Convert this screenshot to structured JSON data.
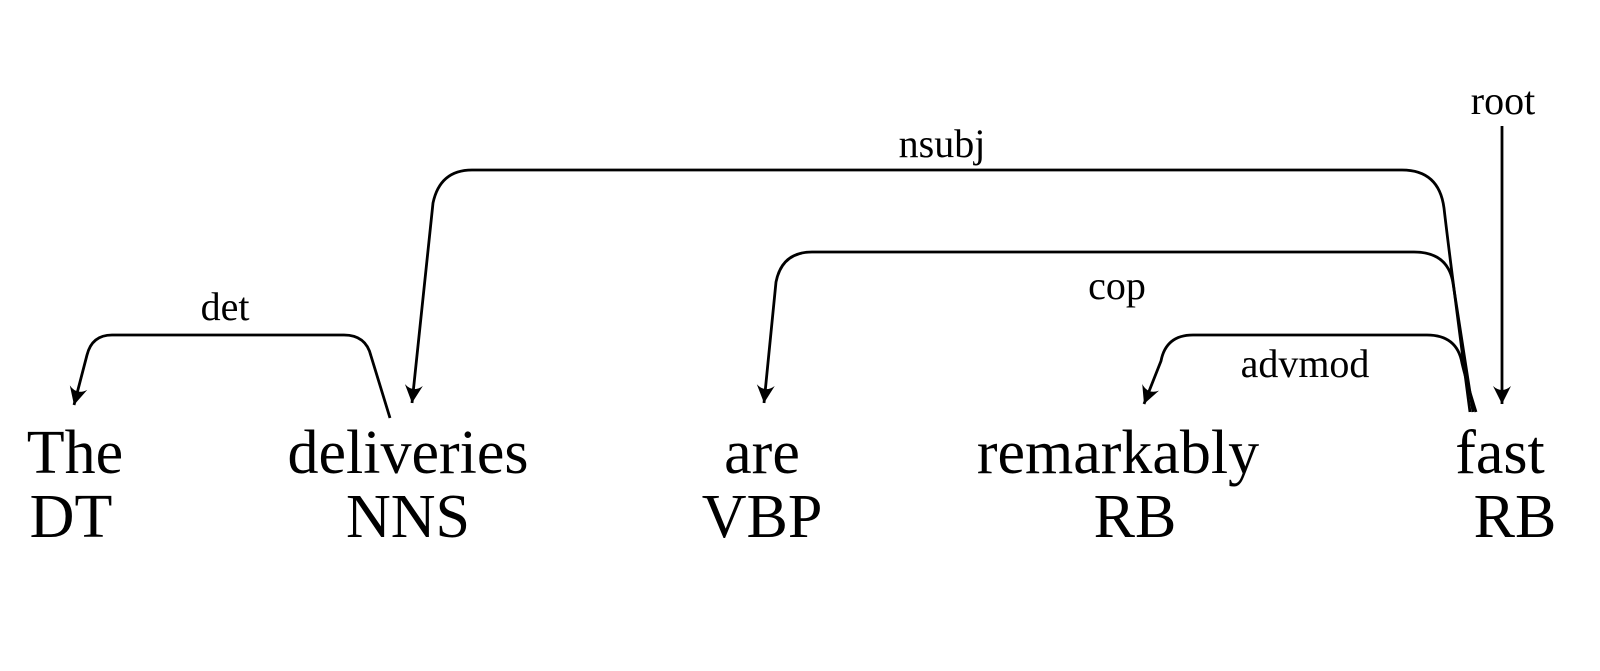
{
  "diagram": {
    "kind": "dependency-parse-tree",
    "sentence": "The deliveries are remarkably fast",
    "colors": {
      "ink": "#000000",
      "background": "#ffffff"
    },
    "tokens": [
      {
        "word": "The",
        "tag": "DT"
      },
      {
        "word": "deliveries",
        "tag": "NNS"
      },
      {
        "word": "are",
        "tag": "VBP"
      },
      {
        "word": "remarkably",
        "tag": "RB"
      },
      {
        "word": "fast",
        "tag": "RB"
      }
    ],
    "dependencies": [
      {
        "label": "det",
        "head": "deliveries",
        "dependent": "The"
      },
      {
        "label": "nsubj",
        "head": "fast",
        "dependent": "deliveries"
      },
      {
        "label": "cop",
        "head": "fast",
        "dependent": "are"
      },
      {
        "label": "advmod",
        "head": "fast",
        "dependent": "remarkably"
      },
      {
        "label": "root",
        "head": "ROOT",
        "dependent": "fast"
      }
    ]
  }
}
